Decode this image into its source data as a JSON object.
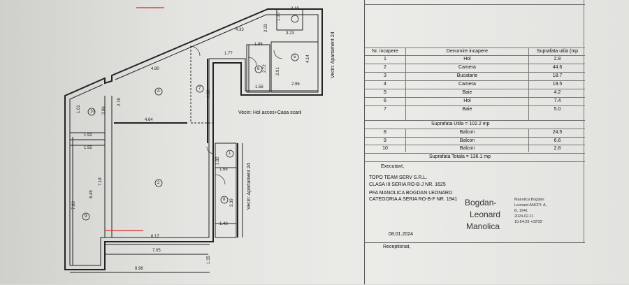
{
  "plan": {
    "rooms": [
      "1",
      "2",
      "3",
      "4",
      "5",
      "6",
      "7",
      "8",
      "9",
      "10"
    ],
    "dims": {
      "d219": "2.19",
      "d130": "1.30",
      "d323": "3.23",
      "d433": "4.33",
      "d233": "2.33",
      "d195": "1.95",
      "d177": "1.77",
      "d414": "4.14",
      "d272": "2.72",
      "d291": "2.91",
      "d156": "1.56",
      "d296": "2.96",
      "d490": "4.90",
      "d460": "4.60",
      "d278": "2.78",
      "d386": "3.86",
      "d101": "1.01",
      "d464": "4.64",
      "d192a": "1.92",
      "d192b": "1.92",
      "d182": "1.82",
      "d166": "1.66",
      "d718": "7.18",
      "d645": "6.45",
      "d790": "7.90",
      "d339": "3.39",
      "d148": "1.48",
      "d617": "6.17",
      "d705": "7.05",
      "d135": "1.35",
      "d896": "8.96"
    },
    "labels": {
      "vecin_hol": "Vecin: Hol acces+Casa scarii",
      "vecin_ap24": "Vecin: Apartament 24"
    }
  },
  "table": {
    "headers": [
      "Nr. incapere",
      "Denumire incapere",
      "Suprafata utila (mp"
    ],
    "rows": [
      [
        "1",
        "Hol",
        "2.8"
      ],
      [
        "2",
        "Camera",
        "44.6"
      ],
      [
        "3",
        "Bucatarie",
        "18.7"
      ],
      [
        "4",
        "Camera",
        "19.5"
      ],
      [
        "5",
        "Baie",
        "4.2"
      ],
      [
        "6",
        "Hol",
        "7.4"
      ],
      [
        "7",
        "Baie",
        "5.0"
      ]
    ],
    "suprafata_utila": "Suprafata Utila = 102.2 mp",
    "balcony_rows": [
      [
        "8",
        "Balcon",
        "24.5"
      ],
      [
        "9",
        "Balcon",
        "6.6"
      ],
      [
        "10",
        "Balcon",
        "2.8"
      ]
    ],
    "suprafata_totala": "Suprafata Totala = 136.1 mp"
  },
  "footer": {
    "executant_label": "Executant,",
    "lines": [
      "TOPO TEAM SERV S.R.L.",
      "CLASA III SERIA RO-B-J NR. 1625",
      "PFA MANOLICA BOGDAN LEONARD",
      "CATEGORIA A SERIA RO-B-F NR. 1941"
    ],
    "signature": [
      "Bogdan-",
      "Leonard",
      "Manolica"
    ],
    "digital_signature": [
      "Manolica Bogdan",
      "Leonard ANCPI: A,",
      "B, 1941",
      "2024.02.21",
      "10:54:29 +02'00'"
    ],
    "date": "08.01.2024",
    "receptionat_label": "Receptionat,"
  }
}
